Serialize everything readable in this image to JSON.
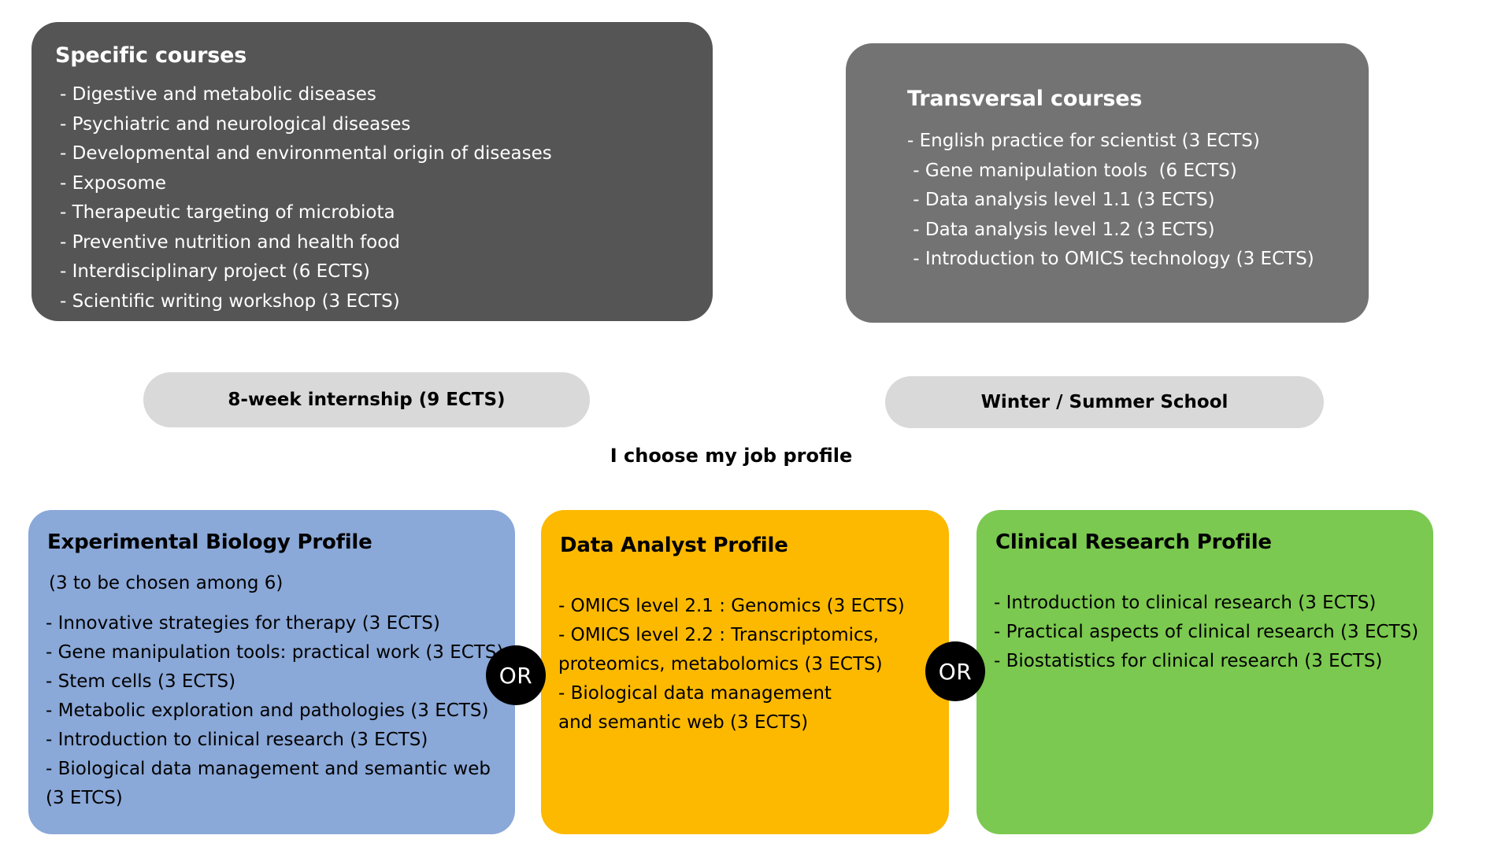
{
  "diagram": {
    "title_text": "I choose my job profile",
    "colors": {
      "specific_box": "#555555",
      "transversal_box": "#737373",
      "pill": "#d9d9d9",
      "experimental_profile": "#8aa8d8",
      "data_analyst_profile": "#fcb900",
      "clinical_research_profile": "#7bc950",
      "or_badge": "#000000",
      "background": "#ffffff"
    }
  },
  "specific_courses": {
    "title": "Specific courses",
    "items": [
      "- Digestive and metabolic diseases",
      "- Psychiatric and neurological diseases",
      "- Developmental and environmental origin of diseases",
      "- Exposome",
      "- Therapeutic targeting of microbiota",
      "- Preventive nutrition and health food",
      "- Interdisciplinary project (6 ECTS)",
      "- Scientific writing workshop (3 ECTS)"
    ]
  },
  "transversal_courses": {
    "title": "Transversal courses",
    "items": [
      "- English practice for scientist (3 ECTS)",
      " - Gene manipulation tools  (6 ECTS)",
      " - Data analysis level 1.1 (3 ECTS)",
      " - Data analysis level 1.2 (3 ECTS)",
      " - Introduction to OMICS technology (3 ECTS)"
    ]
  },
  "pills": {
    "internship": "8-week internship (9 ECTS)",
    "school": "Winter / Summer School"
  },
  "profiles": {
    "experimental_biology": {
      "title": "Experimental Biology Profile",
      "note": " (3 to be chosen among 6)",
      "items": [
        "- Innovative strategies for therapy (3 ECTS)",
        "- Gene manipulation tools: practical work (3 ECTS)",
        "- Stem cells (3 ECTS)",
        "- Metabolic exploration and pathologies (3 ECTS)",
        "- Introduction to clinical research (3 ECTS)",
        "- Biological data management and semantic web",
        "(3 ETCS)"
      ]
    },
    "data_analyst": {
      "title": "Data Analyst Profile",
      "items": [
        "- OMICS level 2.1 : Genomics (3 ECTS)",
        "- OMICS level 2.2 : Transcriptomics,",
        "proteomics, metabolomics (3 ECTS)",
        "- Biological data management",
        "and semantic web (3 ECTS)"
      ]
    },
    "clinical_research": {
      "title": "Clinical Research Profile",
      "items": [
        "- Introduction to clinical research (3 ECTS)",
        "- Practical aspects of clinical research (3 ECTS)",
        "- Biostatistics for clinical research (3 ECTS)"
      ]
    }
  },
  "connectors": {
    "or_1": "OR",
    "or_2": "OR"
  }
}
